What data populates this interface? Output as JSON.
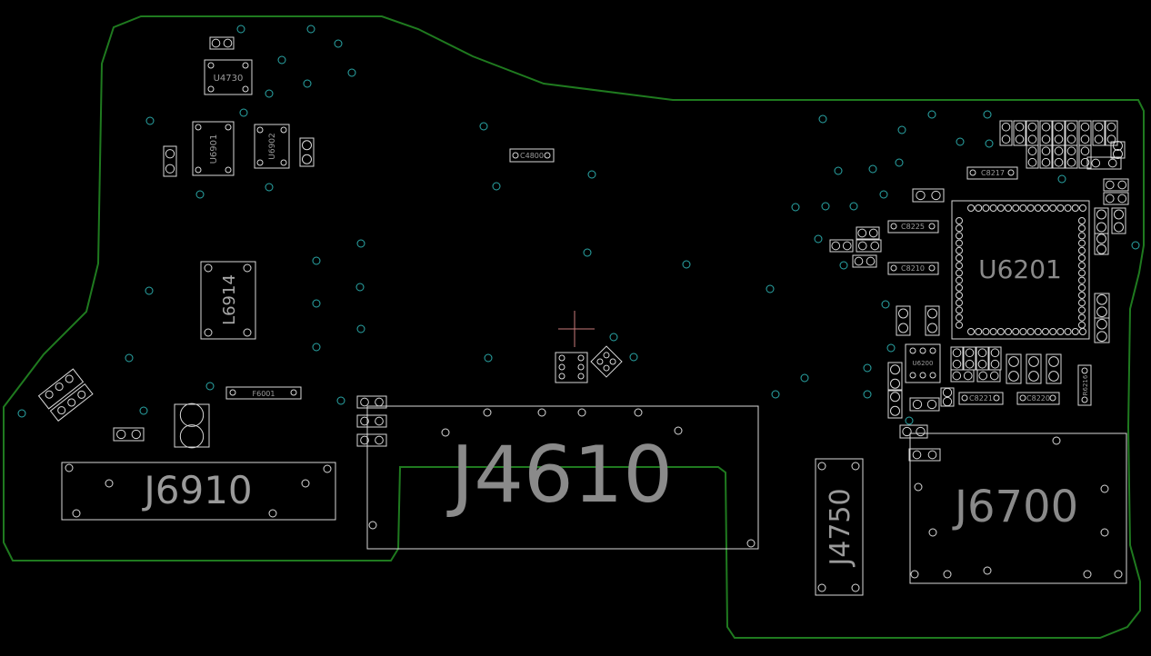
{
  "board": {
    "outline_color": "#1f7a1f",
    "background_color": "#000000",
    "silkscreen_color": "#d8d8d8",
    "via_color": "#2aa7a7",
    "cursor_color": "#c87a7a"
  },
  "components": {
    "j4610": "J4610",
    "j6910": "J6910",
    "j6700": "J6700",
    "j4750": "J4750",
    "u6201": "U6201",
    "l6914": "L6914",
    "u4730": "U4730",
    "u6901": "U6901",
    "u6902": "U6902",
    "u6200": "U6200",
    "f6001": "F6001",
    "c4800": "C4800",
    "c8217": "C8217",
    "c8225": "C8225",
    "c8210": "C8210",
    "c8221": "C8221",
    "c8220": "C8220",
    "r6216": "R6216"
  }
}
